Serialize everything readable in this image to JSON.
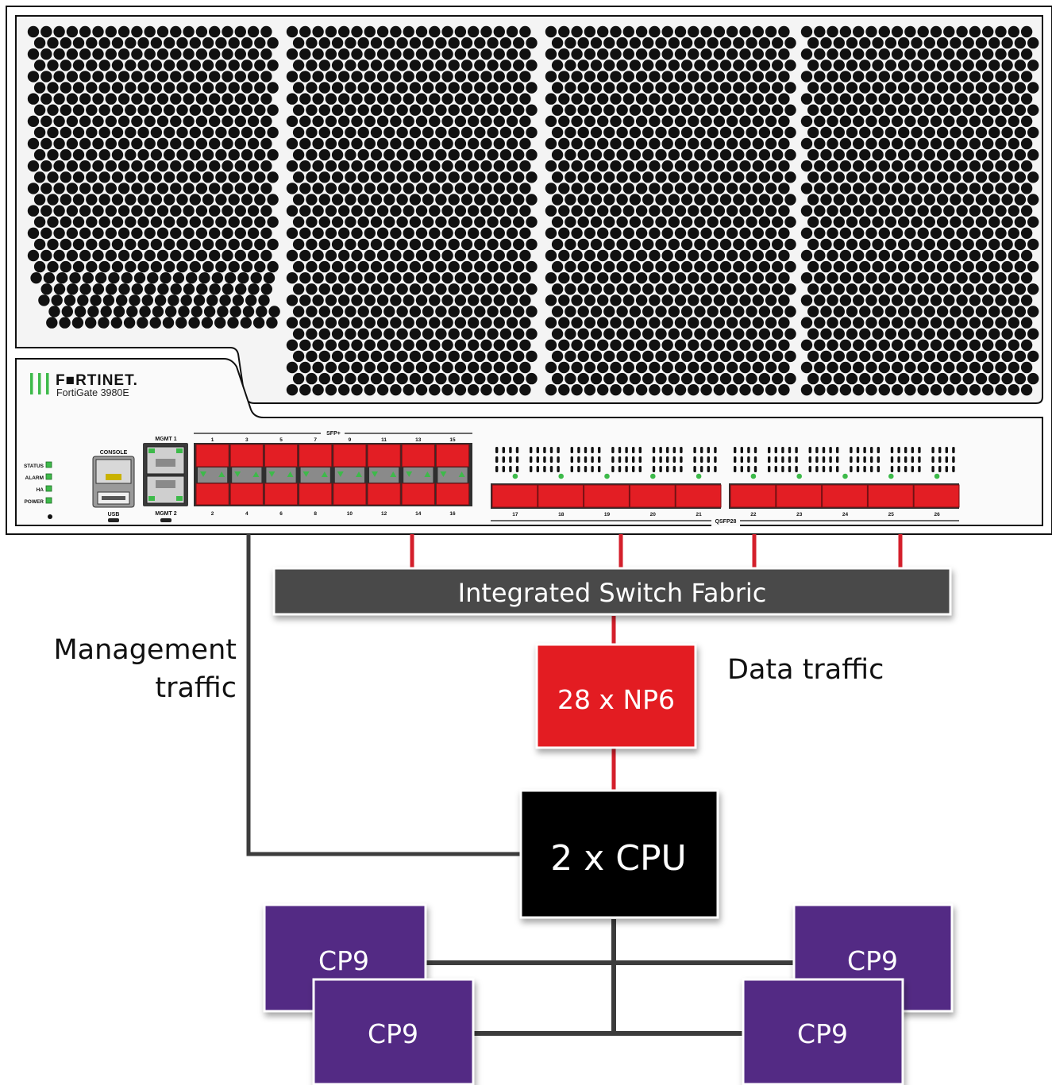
{
  "device": {
    "brand": "F■RTINET.",
    "model": "FortiGate 3980E",
    "leds": [
      "STATUS",
      "ALARM",
      "HA",
      "POWER"
    ],
    "console_label": "CONSOLE",
    "usb_label": "USB",
    "mgmt1_label": "MGMT 1",
    "mgmt2_label": "MGMT 2",
    "sfp_label": "SFP+",
    "sfp_top_ports": [
      "1",
      "3",
      "5",
      "7",
      "9",
      "11",
      "13",
      "15"
    ],
    "sfp_bottom_ports": [
      "2",
      "4",
      "6",
      "8",
      "10",
      "12",
      "14",
      "16"
    ],
    "qsfp_label": "QSFP28",
    "qsfp_ports": [
      "17",
      "18",
      "19",
      "20",
      "21",
      "22",
      "23",
      "24",
      "25",
      "26"
    ]
  },
  "diagram": {
    "switch_fabric": "Integrated Switch Fabric",
    "np6": "28 x NP6",
    "cpu": "2 x CPU",
    "cp9_label": "CP9",
    "management_traffic_line1": "Management",
    "management_traffic_line2": "traffic",
    "data_traffic": "Data traffic"
  },
  "colors": {
    "port_red": "#e31e24",
    "line_red": "#d41f2b",
    "switch_gray": "#4a4a4a",
    "cpu_black": "#000000",
    "cp9_purple": "#532a84",
    "led_green": "#3dba4a",
    "link_gray": "#3c3c3c"
  }
}
